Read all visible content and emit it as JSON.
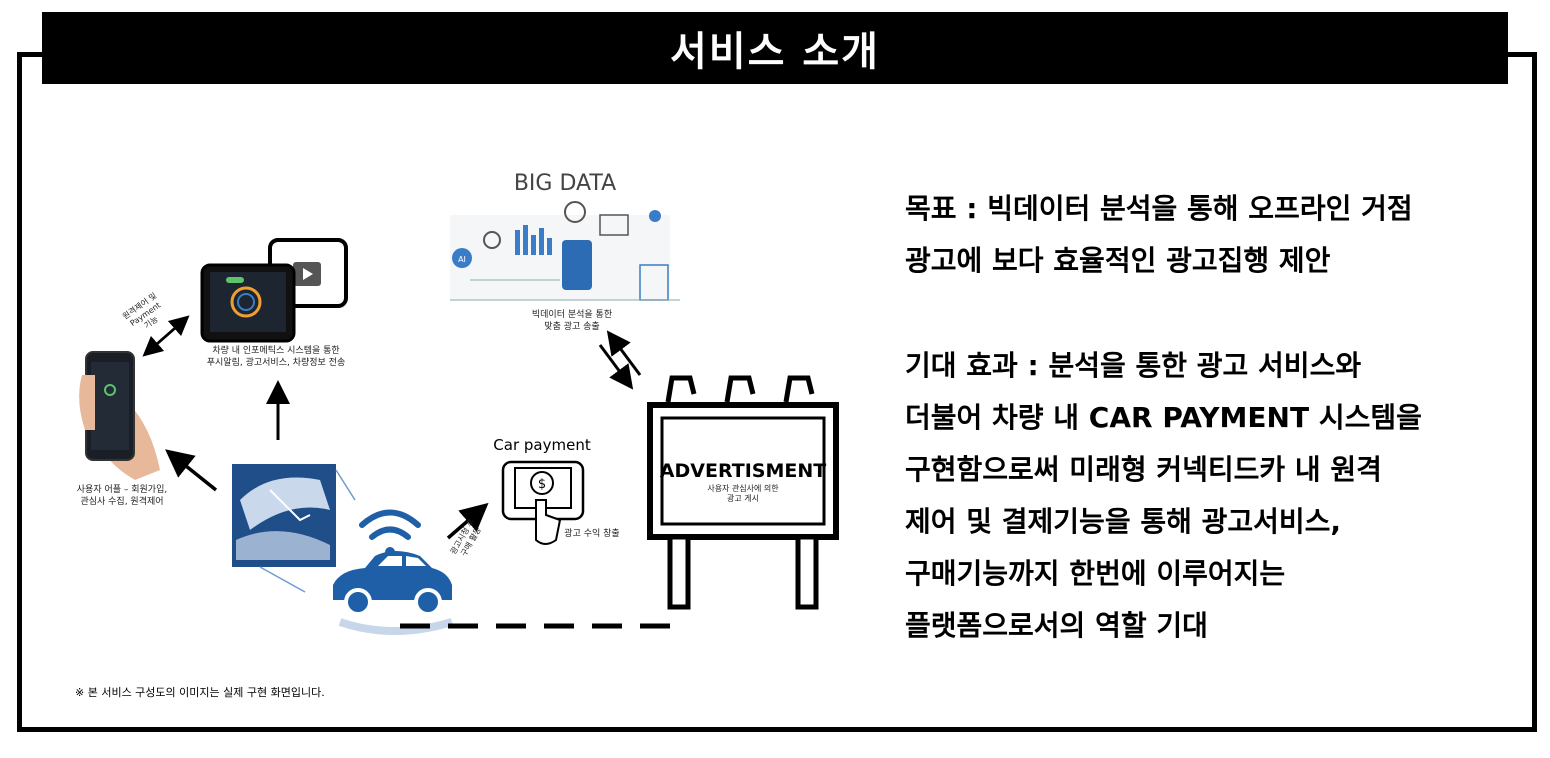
{
  "title": "서비스 소개",
  "diagram": {
    "big_data_label": "BIG DATA",
    "big_data_caption_1": "빅데이터 분석을 통한",
    "big_data_caption_2": "맞춤 광고 송출",
    "tablet_caption_1": "차량 내 인포메틱스 시스템을 통한",
    "tablet_caption_2": "푸시알림, 광고서비스, 차량정보 전송",
    "remote_label_1": "원격제어 및",
    "remote_label_2": "Payment",
    "remote_label_3": "기능",
    "phone_caption_1": "사용자 어플 – 회원가입,",
    "phone_caption_2": "관심사 수집, 원격제어",
    "car_payment_label": "Car payment",
    "ad_revenue_label": "광고 수익 창출",
    "purchase_label_1": "광고시청 후",
    "purchase_label_2": "구매 활동",
    "billboard_title": "ADVERTISMENT",
    "billboard_sub_1": "사용자 관심사에 의한",
    "billboard_sub_2": "광고 게시",
    "ai_badge": "AI"
  },
  "description": {
    "goal_lines": [
      "목표 : 빅데이터 분석을 통해 오프라인 거점",
      "광고에 보다 효율적인 광고집행 제안"
    ],
    "effect_lines": [
      "기대 효과 : 분석을 통한 광고 서비스와",
      "더불어 차량 내 CAR PAYMENT 시스템을",
      "구현함으로써 미래형 커넥티드카 내 원격",
      "제어 및 결제기능을 통해 광고서비스,",
      "구매기능까지 한번에 이루어지는",
      "플랫폼으로서의 역할 기대"
    ]
  },
  "footnote": "※ 본 서비스 구성도의 이미지는 실제 구현 화면입니다.",
  "colors": {
    "accent_blue": "#1f5fa8",
    "dark": "#000000"
  }
}
